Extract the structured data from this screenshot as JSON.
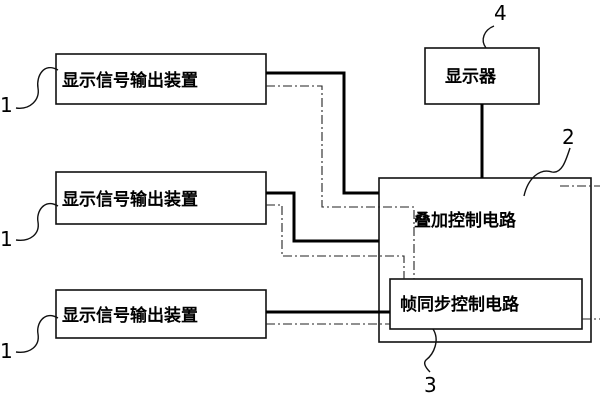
{
  "blocks": {
    "source_1": "显示信号输出装置",
    "source_2": "显示信号输出装置",
    "source_3": "显示信号输出装置",
    "display": "显示器",
    "overlay_control": "叠加控制电路",
    "frame_sync": "帧同步控制电路"
  },
  "reference_numerals": {
    "source_1": "1",
    "source_2": "1",
    "source_3": "1",
    "overlay_control": "2",
    "frame_sync": "3",
    "display": "4"
  }
}
